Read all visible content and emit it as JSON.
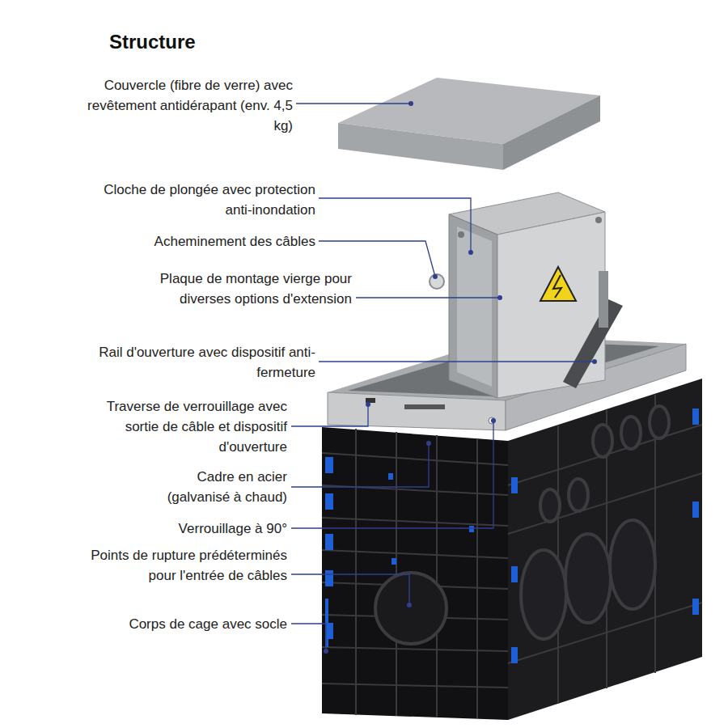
{
  "diagram": {
    "title": "Structure",
    "labels": [
      "Couvercle (fibre de verre) avec revêtement antidérapant (env. 4,5 kg)",
      "Cloche de plongée avec protection anti-inondation",
      "Acheminement des câbles",
      "Plaque de montage vierge pour diverses options d'extension",
      "Rail d'ouverture avec dispositif anti-fermeture",
      "Traverse de verrouillage avec sortie de câble et dispositif d'ouverture",
      "Cadre en acier (galvanisé à chaud)",
      "Verrouillage à 90°",
      "Points de rupture prédéterminés pour l'entrée de câbles",
      "Corps de cage avec socle"
    ]
  }
}
